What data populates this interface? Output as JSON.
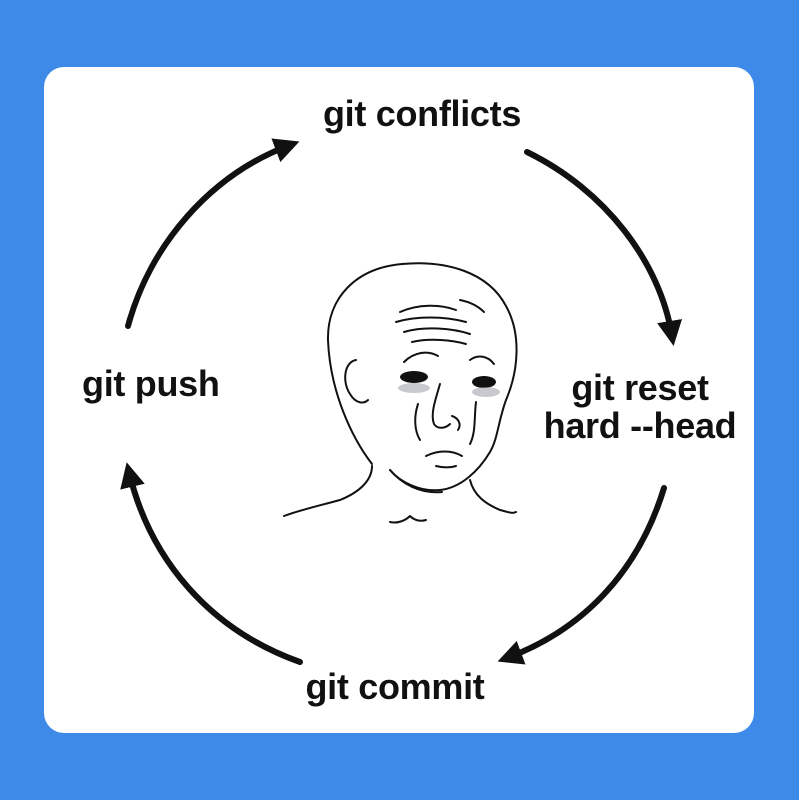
{
  "diagram": {
    "nodes": {
      "top": "git conflicts",
      "right_line1": "git reset",
      "right_line2": "hard --head",
      "bottom": "git commit",
      "left": "git push"
    }
  },
  "colors": {
    "background": "#3d8ae9",
    "card": "#ffffff",
    "ink": "#111111"
  },
  "icons": {
    "center": "sad-wojak-face-icon"
  }
}
